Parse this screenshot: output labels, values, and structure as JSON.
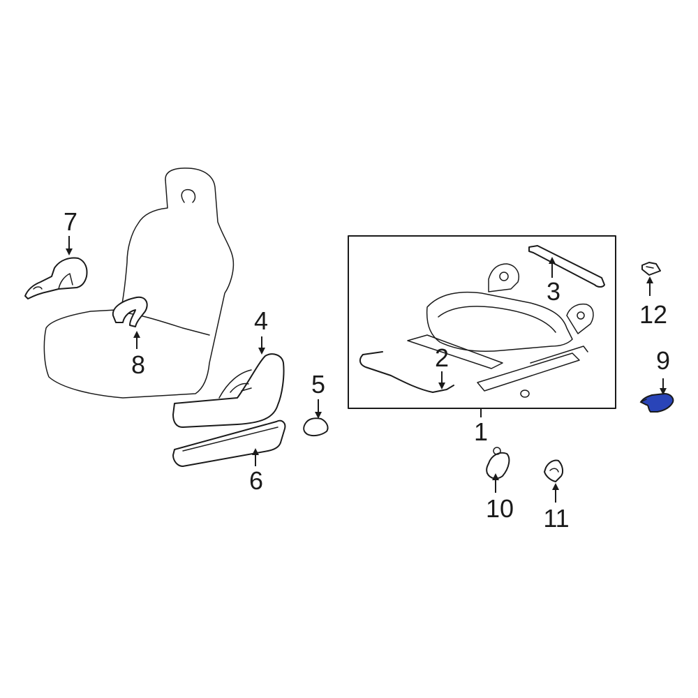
{
  "colors": {
    "line": "#1a1a1a",
    "highlight": "#2944b8",
    "background": "#ffffff"
  },
  "highlighted_part": "9",
  "callouts": {
    "p1": "1",
    "p2": "2",
    "p3": "3",
    "p4": "4",
    "p5": "5",
    "p6": "6",
    "p7": "7",
    "p8": "8",
    "p9": "9",
    "p10": "10",
    "p11": "11",
    "p12": "12"
  }
}
